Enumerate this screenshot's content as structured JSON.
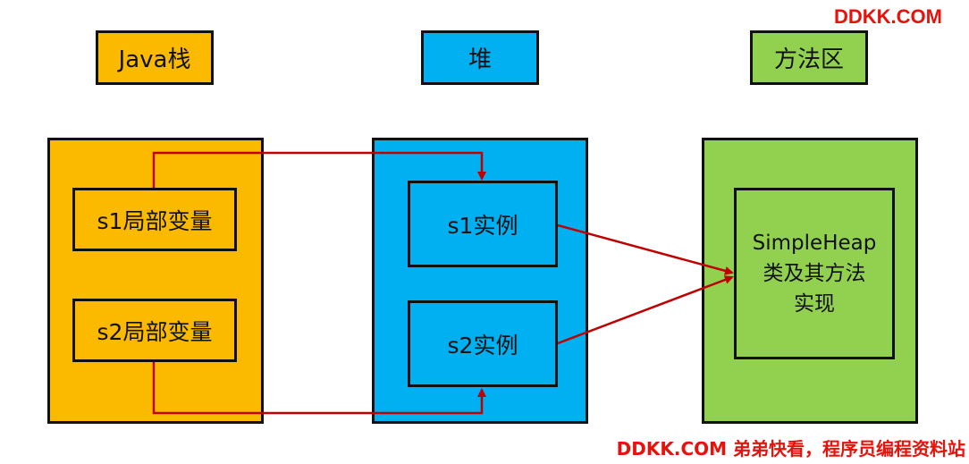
{
  "watermark": {
    "top": "DDKK.COM",
    "bottom": "DDKK.COM 弟弟快看，程序员编程资料站"
  },
  "columns": {
    "stack": {
      "title": "Java栈",
      "items": [
        "s1局部变量",
        "s2局部变量"
      ],
      "color": "#fbb900"
    },
    "heap": {
      "title": "堆",
      "items": [
        "s1实例",
        "s2实例"
      ],
      "color": "#00b0f0"
    },
    "method_area": {
      "title": "方法区",
      "lines": [
        "SimpleHeap",
        "类及其方法",
        "实现"
      ],
      "color": "#92d050"
    }
  },
  "arrow_color": "#c00000"
}
